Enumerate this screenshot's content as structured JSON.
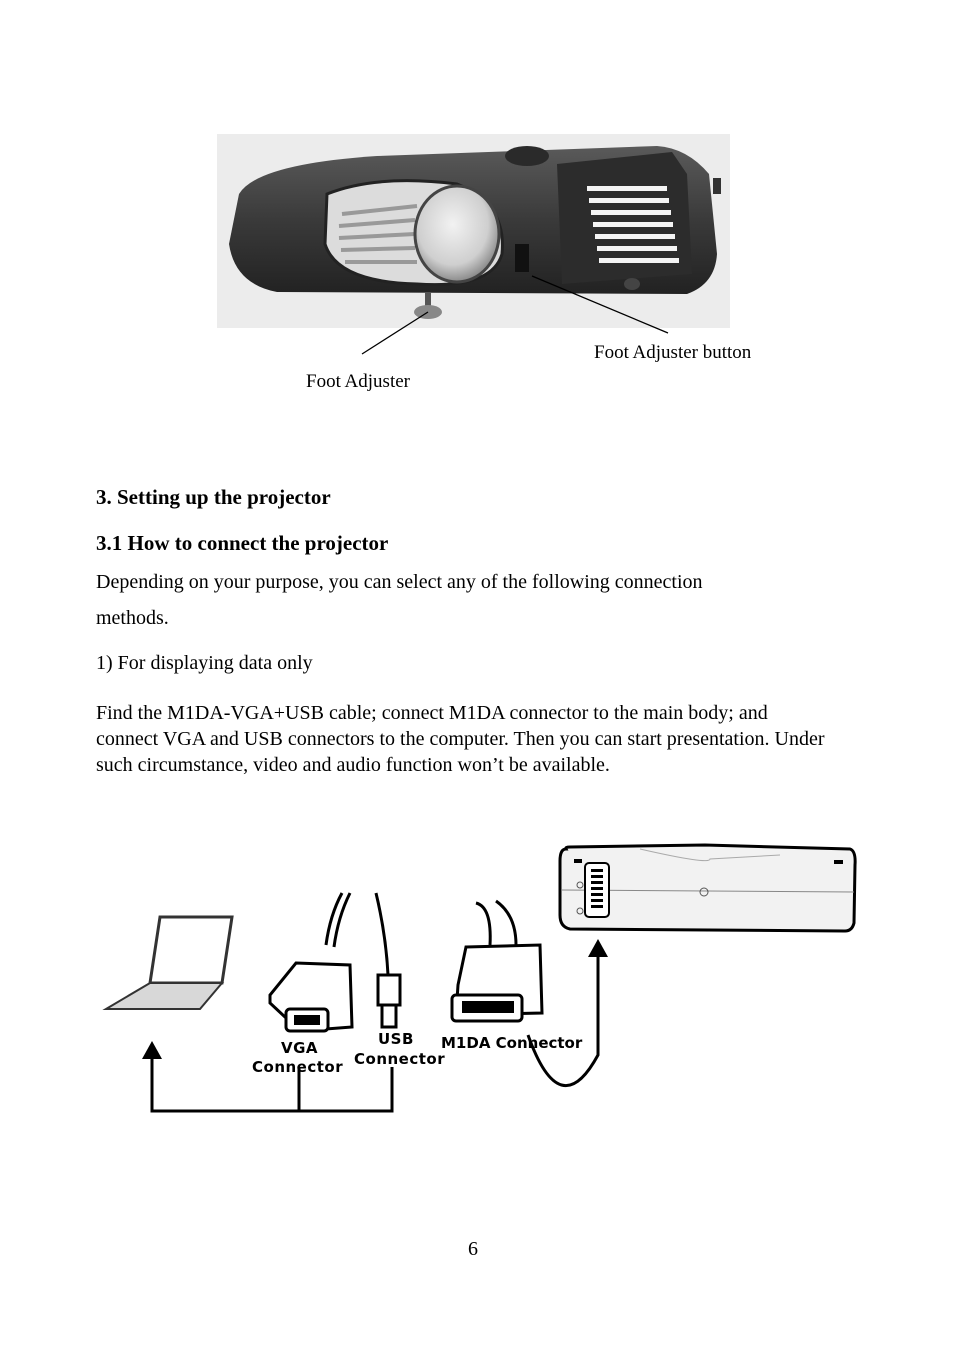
{
  "figure1": {
    "label_foot_adjuster_button": "Foot Adjuster button",
    "label_foot_adjuster": "Foot Adjuster"
  },
  "section": {
    "heading": "3. Setting up the projector",
    "subheading": "3.1 How to connect the projector",
    "intro_line1": "Depending on your purpose, you can select any of the following connection",
    "intro_line2": "methods.",
    "item1": "1) For displaying data only",
    "paragraph": "Find the M1DA-VGA+USB cable; connect M1DA connector to the main body; and connect VGA and USB connectors to the computer. Then you can start presentation. Under such circumstance, video and audio function won’t be available."
  },
  "figure2": {
    "vga_label_line1": "VGA",
    "vga_label_line2": "Connector",
    "usb_label_line1": "USB",
    "usb_label_line2": "Connector",
    "m1da_label": "M1DA Connector"
  },
  "footer": {
    "page_number": "6"
  }
}
